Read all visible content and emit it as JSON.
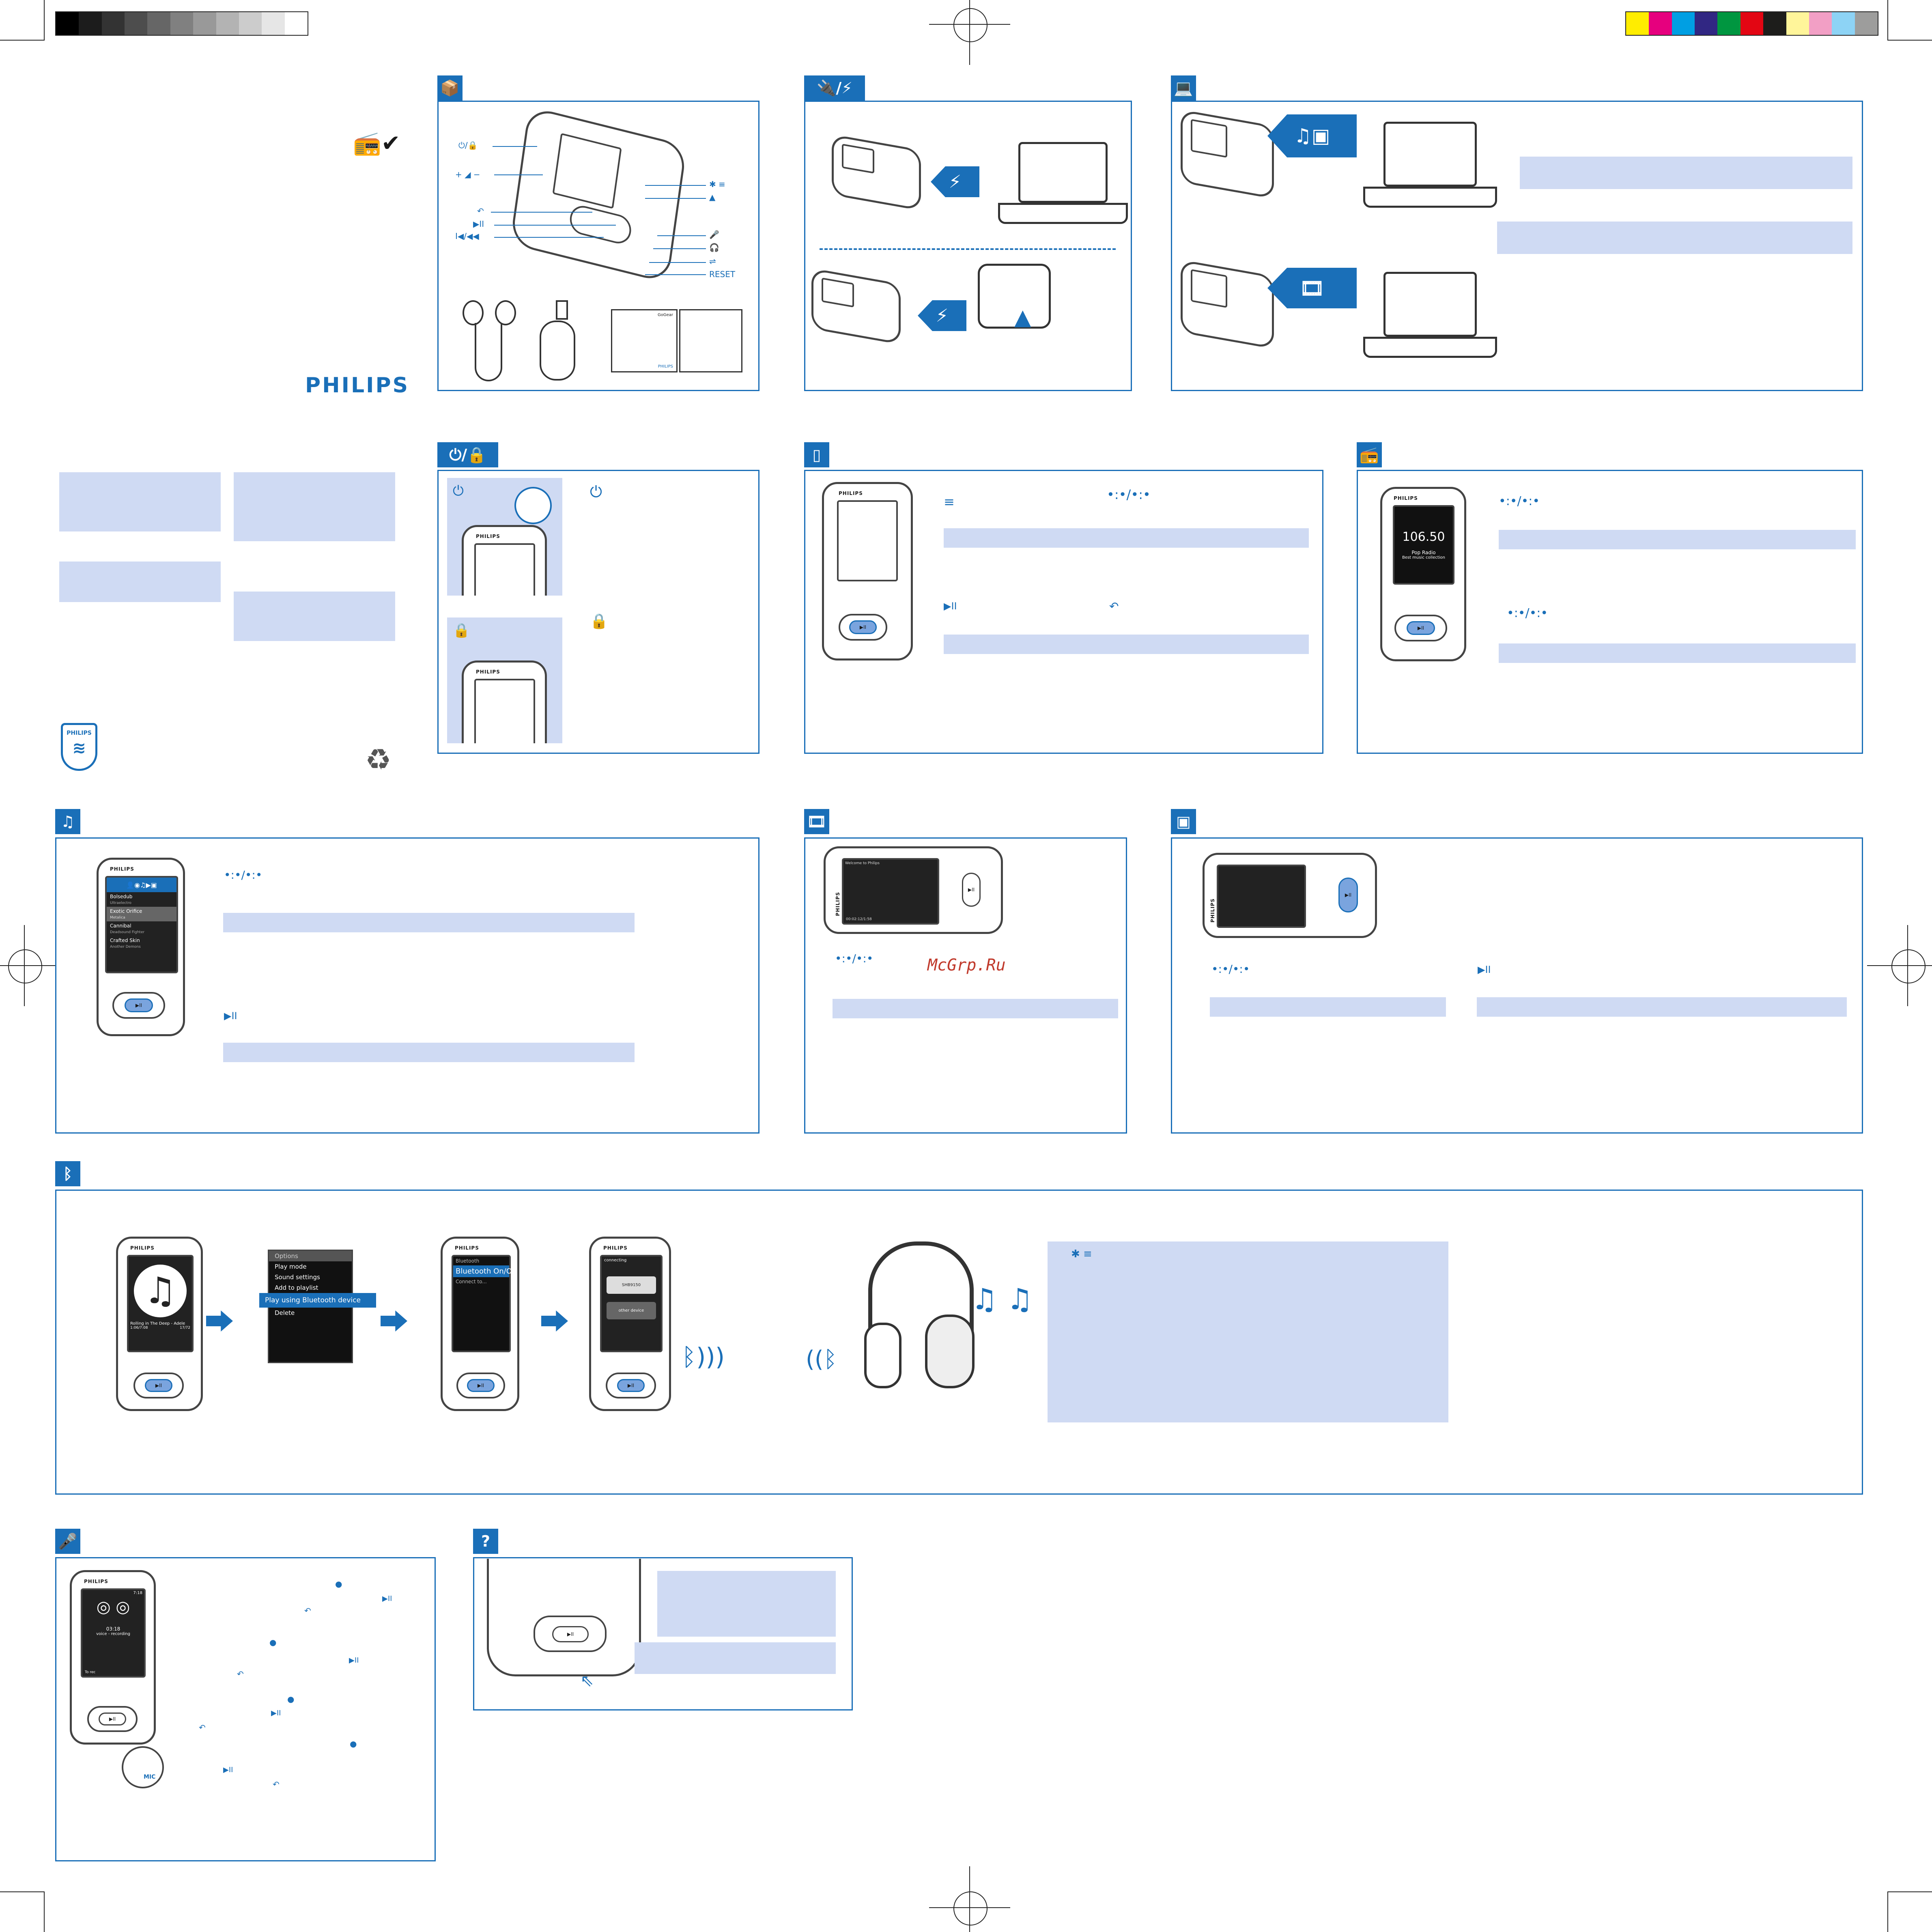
{
  "brand": "PHILIPS",
  "watermark": "McGrp.Ru",
  "colors": {
    "accent": "#1a6fb8",
    "bar": "#cfdaf3"
  },
  "controls": {
    "power_lock": "⏻/🔒",
    "volume": "+ ◢ −",
    "back": "↶",
    "play_pause": "▶II",
    "prev_rew": "I◀/◀◀",
    "bt_menu": "✱ ≡",
    "up": "▲",
    "mic": "🎤",
    "headphones": "🎧",
    "usb": "⇌",
    "reset": "RESET"
  },
  "box_contents": {
    "qsg_label": "GoGear"
  },
  "radio_screen": {
    "freq": "106.50",
    "station": "Pop Radio",
    "desc": "Best music collection"
  },
  "music_list": [
    {
      "title": "Bolsedub",
      "artist": "Ultraelectro"
    },
    {
      "title": "Exotic Orifice",
      "artist": "Metalica"
    },
    {
      "title": "Cannibal",
      "artist": "Deadsound Fighter"
    },
    {
      "title": "Crafted Skin",
      "artist": "Another Demons"
    }
  ],
  "now_playing": {
    "song": "Rolling in The Deep - Adele",
    "time_a": "1:06/7:08",
    "time_b": "17/72"
  },
  "options_menu": {
    "title": "Options",
    "items": [
      "Play mode",
      "Sound settings",
      "Add to playlist",
      "Play using Bluetooth device",
      "Delete"
    ],
    "selected": "Play using Bluetooth device"
  },
  "bt_menu": {
    "title": "Bluetooth",
    "item1": "Bluetooth On/Off",
    "item2": "Connect to..."
  },
  "bt_connect": {
    "title": "connecting",
    "device1": "SHB9150",
    "device2": "other device"
  },
  "recorder": {
    "time": "03:18",
    "label": "voice - recording",
    "top": "7:18",
    "foot": "To rec"
  },
  "mic_label": "MIC",
  "video_title": "Welcome to Philips",
  "video_time": "00:02:12/1:58"
}
